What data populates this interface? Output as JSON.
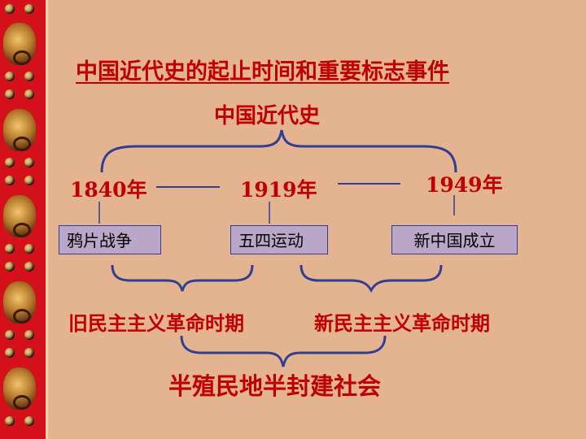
{
  "title": "中国近代史的起止时间和重要标志事件",
  "main_label": "中国近代史",
  "years": [
    "1840年",
    "1919年",
    "1949年"
  ],
  "events": [
    "鸦片战争",
    "五四运动",
    "新中国成立"
  ],
  "periods": [
    "旧民主主义革命时期",
    "新民主主义革命时期"
  ],
  "society": "半殖民地半封建社会",
  "colors": {
    "background": "#e3b48f",
    "text": "#c00000",
    "bracket": "#2f3e93",
    "box_fill": "#b9a6c8",
    "strip": "#d4111a"
  }
}
